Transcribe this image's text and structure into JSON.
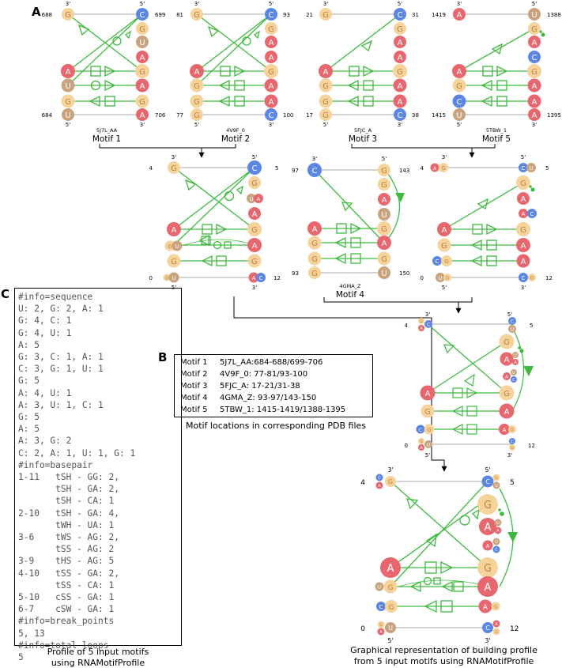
{
  "panel_labels": {
    "a": "A",
    "b": "B",
    "c": "C"
  },
  "motifs": [
    {
      "pdb": "5J7L_AA",
      "name": "Motif 1",
      "nums": {
        "tl": "688",
        "tr": "699",
        "bl": "684",
        "br": "706"
      }
    },
    {
      "pdb": "4V9F_0",
      "name": "Motif 2",
      "nums": {
        "tl": "81",
        "tr": "93",
        "bl": "77",
        "br": "100"
      }
    },
    {
      "pdb": "5FJC_A",
      "name": "Motif 3",
      "nums": {
        "tl": "21",
        "tr": "31",
        "bl": "17",
        "br": "38"
      }
    },
    {
      "pdb": "5TBW_1",
      "name": "Motif 5",
      "nums": {
        "tl": "1419",
        "tr": "1388",
        "bl": "1415",
        "br": "1395"
      }
    },
    {
      "pdb": "4GMA_Z",
      "name": "Motif 4",
      "nums": {
        "tl": "97",
        "tr": "143",
        "bl": "93",
        "br": "150"
      }
    }
  ],
  "profile_nums": {
    "left_top": "4",
    "right_top": "5",
    "left_bottom": "0",
    "right_bottom": "12"
  },
  "strand_ends": {
    "three": "3'",
    "five": "5'"
  },
  "bases": {
    "G": "G",
    "C": "C",
    "A": "A",
    "U": "U"
  },
  "colors": {
    "G": "#f6d39b",
    "C": "#5b86e5",
    "A": "#e8676e",
    "U": "#c9a27e",
    "edge": "#3dba3d",
    "backbone": "#bbbbbb"
  },
  "table": {
    "rows": [
      {
        "motif": "Motif 1",
        "loc": "5J7L_AA:684-688/699-706"
      },
      {
        "motif": "Motif 2",
        "loc": "4V9F_0: 77-81/93-100"
      },
      {
        "motif": "Motif 3",
        "loc": "5FJC_A: 17-21/31-38"
      },
      {
        "motif": "Motif 4",
        "loc": "4GMA_Z: 93-97/143-150"
      },
      {
        "motif": "Motif 5",
        "loc": "5TBW_1: 1415-1419/1388-1395"
      }
    ],
    "caption": "Motif locations in corresponding PDB files"
  },
  "profile_lines": [
    "#info=sequence",
    "U: 2, G: 2, A: 1",
    "G: 4, C: 1",
    "G: 4, U: 1",
    "A: 5",
    "G: 3, C: 1, A: 1",
    "C: 3, G: 1, U: 1",
    "G: 5",
    "A: 4, U: 1",
    "A: 3, U: 1, C: 1",
    "G: 5",
    "A: 5",
    "A: 3, G: 2",
    "C: 2, A: 1, U: 1, G: 1",
    "#info=basepair",
    "1-11   tSH - GG: 2,",
    "       tSH - GA: 2,",
    "       tSH - CA: 1",
    "2-10   tSH - GA: 4,",
    "       tWH - UA: 1",
    "3-6    tWS - AG: 2,",
    "       tSS - AG: 2",
    "3-9    tHS - AG: 5",
    "4-10   tSS - GA: 2,",
    "       tSS - CA: 1",
    "5-10   cSS - GA: 1",
    "6-7    cSW - GA: 1",
    "#info=break_points",
    "5, 13",
    "#info=total_loops",
    "5"
  ],
  "captions": {
    "profile": [
      "Profile of 5 input motifs",
      "using RNAMotifProfile"
    ],
    "graphical": [
      "Graphical representation of building profile",
      "from 5 input motifs using RNAMotifProfile"
    ]
  }
}
